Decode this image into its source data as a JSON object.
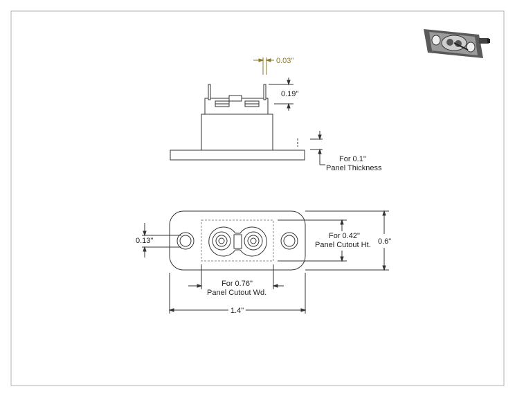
{
  "drawing": {
    "dimensions": {
      "pin_width": "0.03\"",
      "pin_height": "0.19\"",
      "panel_thickness_line1": "For 0.1\"",
      "panel_thickness_line2": "Panel Thickness",
      "hole_diameter": "0.13\"",
      "cutout_height_line1": "For 0.42\"",
      "cutout_height_line2": "Panel Cutout Ht.",
      "overall_height": "0.6\"",
      "cutout_width_line1": "For 0.76\"",
      "cutout_width_line2": "Panel Cutout Wd.",
      "overall_width": "1.4\""
    },
    "colors": {
      "line": "#333333",
      "highlight_dimension": "#8a7a2a",
      "border": "#999999"
    }
  }
}
